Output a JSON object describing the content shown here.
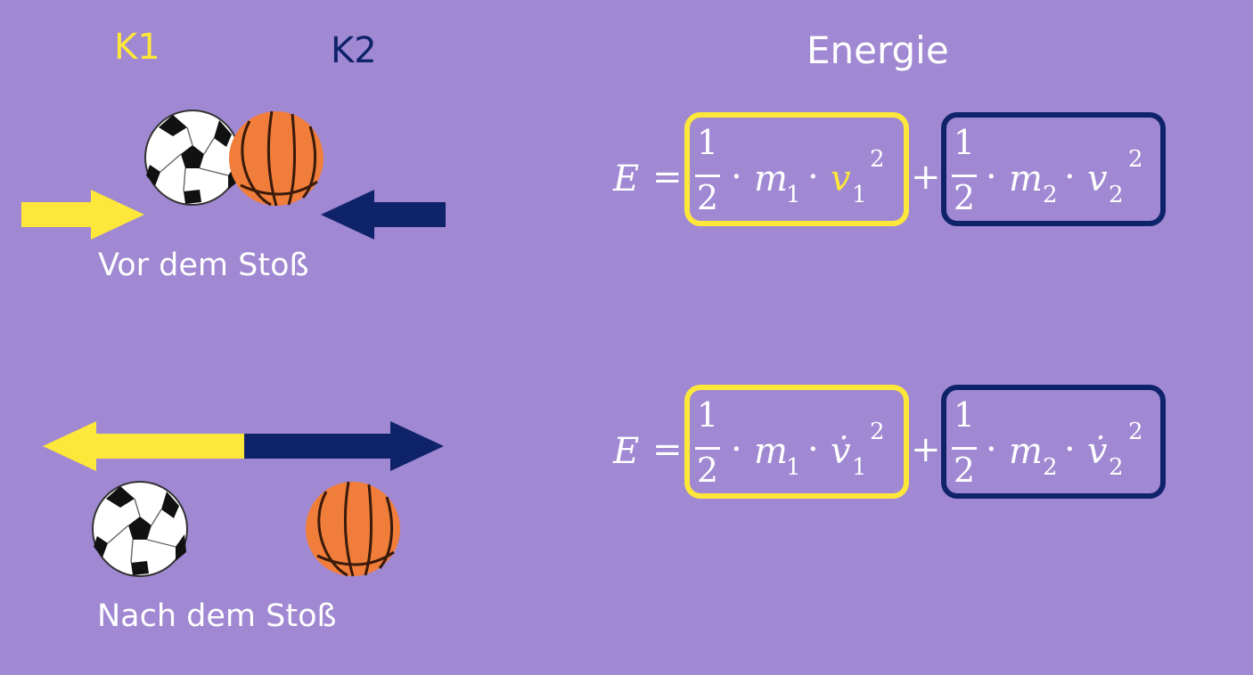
{
  "labels": {
    "k1": "K1",
    "k2": "K2",
    "before": "Vor dem Stoß",
    "after": "Nach dem Stoß",
    "energy_title": "Energie"
  },
  "equations": [
    {
      "lhs": "E",
      "equals": "=",
      "plus": "+",
      "term_k1": {
        "num": "1",
        "den": "2",
        "mass": "m",
        "mass_sub": "1",
        "vel": "v",
        "vel_sub": "1",
        "power": "2"
      },
      "term_k2": {
        "num": "1",
        "den": "2",
        "mass": "m",
        "mass_sub": "2",
        "vel": "v",
        "vel_sub": "2",
        "power": "2"
      }
    },
    {
      "lhs": "E",
      "equals": "=",
      "plus": "+",
      "term_k1": {
        "num": "1",
        "den": "2",
        "mass": "m",
        "mass_sub": "1",
        "vel": "v̇",
        "vel_sub": "1",
        "power": "2"
      },
      "term_k2": {
        "num": "1",
        "den": "2",
        "mass": "m",
        "mass_sub": "2",
        "vel": "v̇",
        "vel_sub": "2",
        "power": "2"
      }
    }
  ],
  "colors": {
    "background": "#a088d2",
    "k1": "#fde73a",
    "k2": "#0f236b",
    "text": "#ffffff",
    "basketball": "#f07d3a"
  },
  "icons": [
    "soccer-ball-icon",
    "basketball-icon",
    "arrow-right-icon",
    "arrow-left-icon"
  ]
}
